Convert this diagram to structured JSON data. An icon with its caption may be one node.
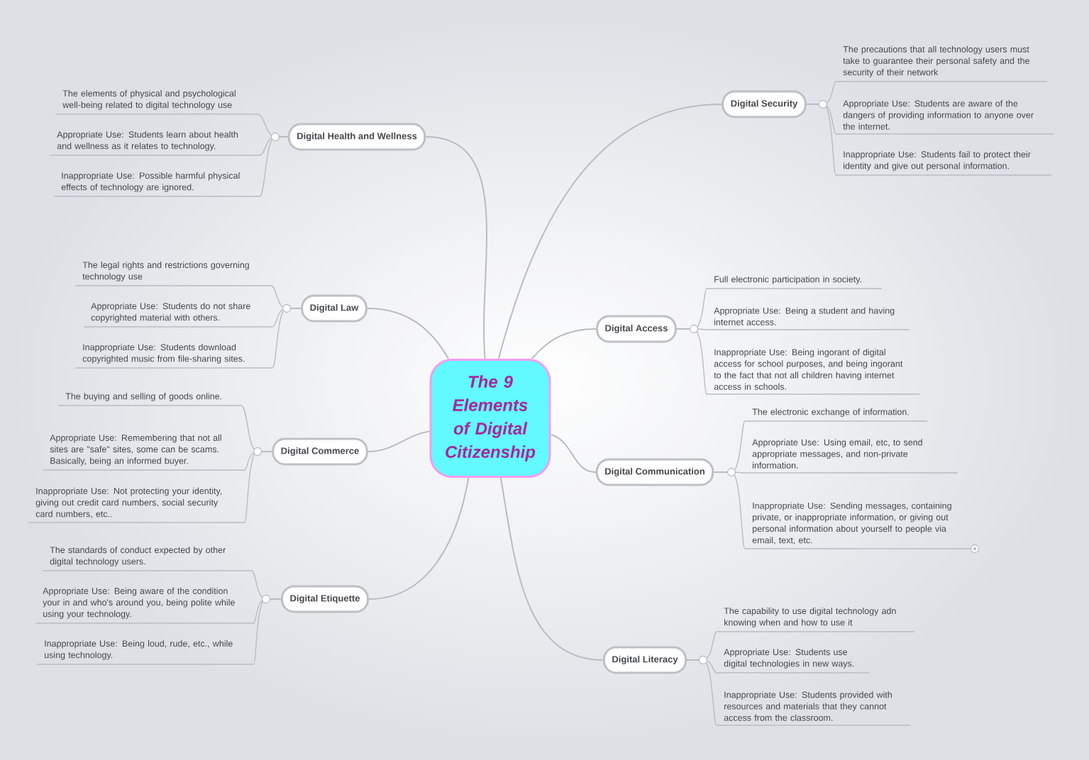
{
  "diagram": {
    "nodes": [
      {
        "text": [
          "The 9 Elements of Digital Citizenship"
        ]
      },
      {
        "text": [
          "Digital Health and Wellness"
        ]
      },
      {
        "text": [
          "The elements of physical and psychological well-being related to digital technology use"
        ]
      },
      {
        "text": [
          "Appropriate Use: Students learn about health and wellness as it relates to technology."
        ]
      },
      {
        "text": [
          "Inappropriate Use: Possible harmful physical effects of technology are ignored."
        ]
      },
      {
        "text": [
          "Digital Law"
        ]
      },
      {
        "text": [
          "The legal rights and restrictions governing technology use"
        ]
      },
      {
        "text": [
          "Appropriate Use: Students do not share copyrighted material with others."
        ]
      },
      {
        "text": [
          "Inappropriate Use: Students download copyrighted music from file-sharing sites."
        ]
      },
      {
        "text": [
          "Digital Commerce"
        ]
      },
      {
        "text": [
          "The buying and selling of goods online."
        ]
      },
      {
        "text": [
          "Appropriate Use: Remembering that not all sites are \"safe\" sites, some can be scams. Basically, being an informed buyer."
        ]
      },
      {
        "text": [
          "Inappropriate Use: Not protecting your identity, giving out credit card numbers, social security card numbers, etc.."
        ]
      },
      {
        "text": [
          "Digital Etiquette"
        ]
      },
      {
        "text": [
          "The standards of conduct expected by other digital technology users."
        ]
      },
      {
        "text": [
          "Appropriate Use: Being aware of the condition your in and who's around you, being polite while using your technology."
        ]
      },
      {
        "text": [
          "Inappropriate Use: Being loud, rude, etc., while using technology."
        ]
      },
      {
        "text": [
          "Digital Security"
        ]
      },
      {
        "text": [
          "The precautions that all technology users must take to guarantee their personal safety and the security of their network"
        ]
      },
      {
        "text": [
          "Appropriate Use: Students are aware of the dangers of providing information to anyone over the internet."
        ]
      },
      {
        "text": [
          "Inappropriate Use: Students fail to protect their identity and give out personal information."
        ]
      },
      {
        "text": [
          "Digital Access"
        ]
      },
      {
        "text": [
          "Full electronic participation in society."
        ]
      },
      {
        "text": [
          "Appropriate Use: Being a student and having internet access."
        ]
      },
      {
        "text": [
          "Inappropriate Use: Being ingorant of digital access for school purposes, and being ingorant to the fact that not all children having internet access in schools."
        ]
      },
      {
        "text": [
          "Digital Communication"
        ]
      },
      {
        "text": [
          "The electronic exchange of information."
        ]
      },
      {
        "text": [
          "Appropriate Use: Using email, etc, to send appropriate messages, and non-private information."
        ]
      },
      {
        "text": [
          "Inappropriate Use: Sending messages, containing private, or inappropriate information, or giving out personal information about yourself to people via email, text, etc."
        ]
      },
      {
        "text": [
          "Digital Literacy"
        ]
      },
      {
        "text": [
          "The capability to use digital technology adn knowing when and how to use it"
        ]
      },
      {
        "text": [
          "Appropriate Use: Students use digital technologies in new ways."
        ]
      },
      {
        "text": [
          "Inappropriate Use: Students provided with resources and materials that they cannot access from the classroom."
        ]
      }
    ],
    "edges": [
      {
        "from": 0,
        "to": 1,
        "arrow": "none"
      },
      {
        "from": 1,
        "to": 2,
        "arrow": "none"
      },
      {
        "from": 1,
        "to": 3,
        "arrow": "none"
      },
      {
        "from": 1,
        "to": 4,
        "arrow": "none"
      },
      {
        "from": 0,
        "to": 5,
        "arrow": "none"
      },
      {
        "from": 5,
        "to": 6,
        "arrow": "none"
      },
      {
        "from": 5,
        "to": 7,
        "arrow": "none"
      },
      {
        "from": 5,
        "to": 8,
        "arrow": "none"
      },
      {
        "from": 0,
        "to": 9,
        "arrow": "none"
      },
      {
        "from": 9,
        "to": 10,
        "arrow": "none"
      },
      {
        "from": 9,
        "to": 11,
        "arrow": "none"
      },
      {
        "from": 9,
        "to": 12,
        "arrow": "none"
      },
      {
        "from": 0,
        "to": 13,
        "arrow": "none"
      },
      {
        "from": 13,
        "to": 14,
        "arrow": "none"
      },
      {
        "from": 13,
        "to": 15,
        "arrow": "none"
      },
      {
        "from": 13,
        "to": 16,
        "arrow": "none"
      },
      {
        "from": 0,
        "to": 17,
        "arrow": "none"
      },
      {
        "from": 17,
        "to": 18,
        "arrow": "none"
      },
      {
        "from": 17,
        "to": 19,
        "arrow": "none"
      },
      {
        "from": 17,
        "to": 20,
        "arrow": "none"
      },
      {
        "from": 0,
        "to": 21,
        "arrow": "none"
      },
      {
        "from": 21,
        "to": 22,
        "arrow": "none"
      },
      {
        "from": 21,
        "to": 23,
        "arrow": "none"
      },
      {
        "from": 21,
        "to": 24,
        "arrow": "none"
      },
      {
        "from": 0,
        "to": 25,
        "arrow": "none"
      },
      {
        "from": 25,
        "to": 26,
        "arrow": "none"
      },
      {
        "from": 25,
        "to": 27,
        "arrow": "none"
      },
      {
        "from": 25,
        "to": 28,
        "arrow": "none"
      },
      {
        "from": 0,
        "to": 29,
        "arrow": "none"
      },
      {
        "from": 29,
        "to": 30,
        "arrow": "none"
      },
      {
        "from": 29,
        "to": 31,
        "arrow": "none"
      },
      {
        "from": 29,
        "to": 32,
        "arrow": "none"
      }
    ]
  }
}
